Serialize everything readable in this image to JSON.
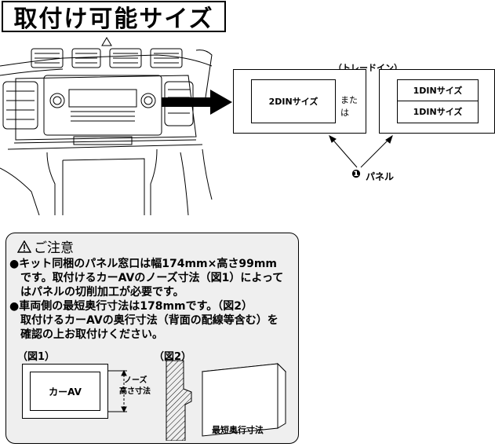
{
  "title": "取付け可能サイズ",
  "trade_in_label": "（トレードイン）",
  "din2_label": "2DINサイズ",
  "or_label": "または",
  "din1_top_label": "1DINサイズ",
  "din1_bottom_label": "1DINサイズ",
  "panel_number": "❶",
  "panel_label": "パネル",
  "notice": {
    "heading": "ご注意",
    "lines": [
      "●キット同梱のパネル窓口は幅174mm×高さ99mm",
      "　です。取付けるカーAVのノーズ寸法（図1）によって",
      "　はパネルの切削加工が必要です。",
      "●車両側の最短奥行寸法は178mmです。（図2）",
      "　取付けるカーAVの奥行寸法（背面の配線等含む）を",
      "　確認の上お取付けください。"
    ]
  },
  "fig1": {
    "label": "（図1）",
    "box_label": "カーAV",
    "dim_label_1": "ノーズ",
    "dim_label_2": "高さ寸法"
  },
  "fig2": {
    "label": "（図2）",
    "dim_label": "最短奥行寸法"
  }
}
